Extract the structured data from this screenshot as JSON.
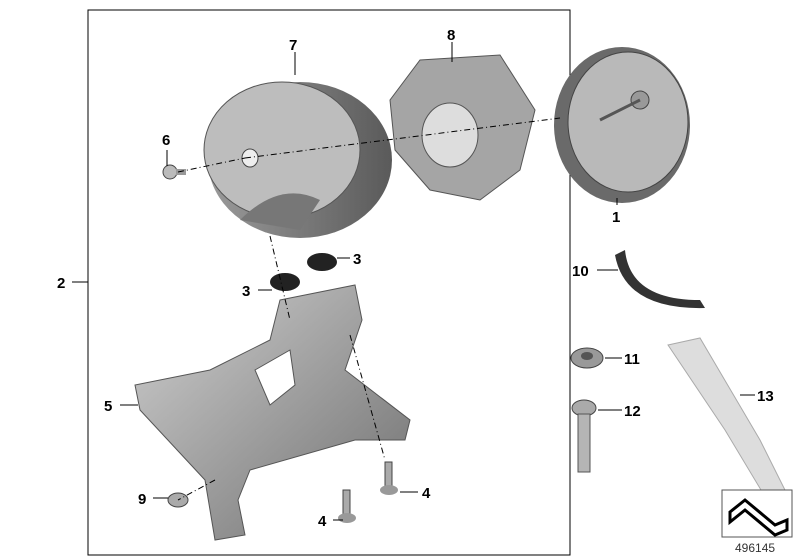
{
  "diagram": {
    "callouts": {
      "p1": "1",
      "p2": "2",
      "p3a": "3",
      "p3b": "3",
      "p4a": "4",
      "p4b": "4",
      "p5": "5",
      "p6": "6",
      "p7": "7",
      "p8": "8",
      "p9": "9",
      "p10": "10",
      "p11": "11",
      "p12": "12",
      "p13": "13"
    },
    "reference_number": "496145",
    "colors": {
      "part_grey": "#8a8a8a",
      "part_light": "#c8c8c8",
      "line": "#000000"
    }
  }
}
